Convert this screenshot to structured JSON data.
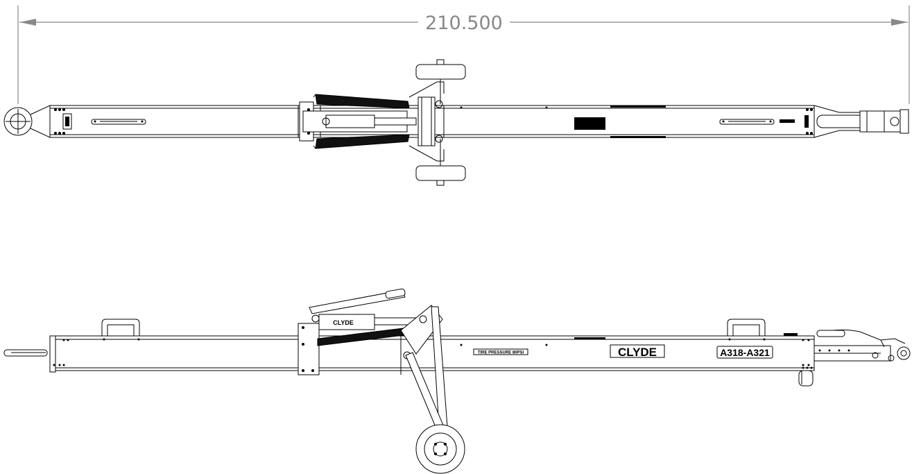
{
  "dimension": {
    "value": "210.500"
  },
  "labels": {
    "brand": "CLYDE",
    "model": "A318-A321",
    "pump_brand": "CLYDE",
    "tire_note": "TIRE PRESSURE 80PSI"
  }
}
